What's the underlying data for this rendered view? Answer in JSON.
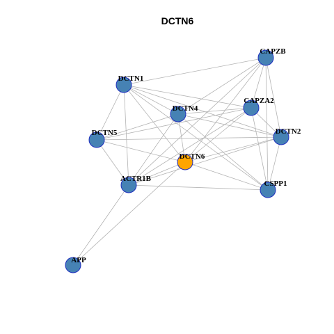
{
  "title": "DCTN6",
  "colors": {
    "node_default": "#4682B4",
    "node_stroke": "#1f2fbf",
    "node_focus": "#FFA500",
    "edge": "#b3b3b3"
  },
  "nodes": [
    {
      "id": "CAPZB",
      "label": "CAPZB",
      "focus": false
    },
    {
      "id": "DCTN1",
      "label": "DCTN1",
      "focus": false
    },
    {
      "id": "DCTN4",
      "label": "DCTN4",
      "focus": false
    },
    {
      "id": "CAPZA2",
      "label": "CAPZA2",
      "focus": false
    },
    {
      "id": "DCTN5",
      "label": "DCTN5",
      "focus": false
    },
    {
      "id": "DCTN2",
      "label": "DCTN2",
      "focus": false
    },
    {
      "id": "DCTN6",
      "label": "DCTN6",
      "focus": true
    },
    {
      "id": "ACTR1B",
      "label": "ACTR1B",
      "focus": false
    },
    {
      "id": "CSPP1",
      "label": "CSPP1",
      "focus": false
    },
    {
      "id": "APP",
      "label": "APP",
      "focus": false
    }
  ],
  "edges": [
    [
      "CAPZB",
      "DCTN1"
    ],
    [
      "CAPZB",
      "DCTN4"
    ],
    [
      "CAPZB",
      "CAPZA2"
    ],
    [
      "CAPZB",
      "DCTN2"
    ],
    [
      "CAPZB",
      "DCTN6"
    ],
    [
      "CAPZB",
      "ACTR1B"
    ],
    [
      "CAPZB",
      "CSPP1"
    ],
    [
      "DCTN1",
      "DCTN4"
    ],
    [
      "DCTN1",
      "CAPZA2"
    ],
    [
      "DCTN1",
      "DCTN5"
    ],
    [
      "DCTN1",
      "DCTN2"
    ],
    [
      "DCTN1",
      "DCTN6"
    ],
    [
      "DCTN1",
      "ACTR1B"
    ],
    [
      "DCTN1",
      "CSPP1"
    ],
    [
      "DCTN4",
      "CAPZA2"
    ],
    [
      "DCTN4",
      "DCTN5"
    ],
    [
      "DCTN4",
      "DCTN2"
    ],
    [
      "DCTN4",
      "DCTN6"
    ],
    [
      "DCTN4",
      "ACTR1B"
    ],
    [
      "DCTN4",
      "CSPP1"
    ],
    [
      "CAPZA2",
      "DCTN5"
    ],
    [
      "CAPZA2",
      "DCTN2"
    ],
    [
      "CAPZA2",
      "DCTN6"
    ],
    [
      "CAPZA2",
      "ACTR1B"
    ],
    [
      "CAPZA2",
      "CSPP1"
    ],
    [
      "DCTN5",
      "DCTN2"
    ],
    [
      "DCTN5",
      "DCTN6"
    ],
    [
      "DCTN5",
      "ACTR1B"
    ],
    [
      "DCTN2",
      "DCTN6"
    ],
    [
      "DCTN2",
      "ACTR1B"
    ],
    [
      "DCTN2",
      "CSPP1"
    ],
    [
      "DCTN6",
      "ACTR1B"
    ],
    [
      "DCTN6",
      "CSPP1"
    ],
    [
      "DCTN6",
      "APP"
    ],
    [
      "ACTR1B",
      "CSPP1"
    ],
    [
      "ACTR1B",
      "APP"
    ]
  ]
}
